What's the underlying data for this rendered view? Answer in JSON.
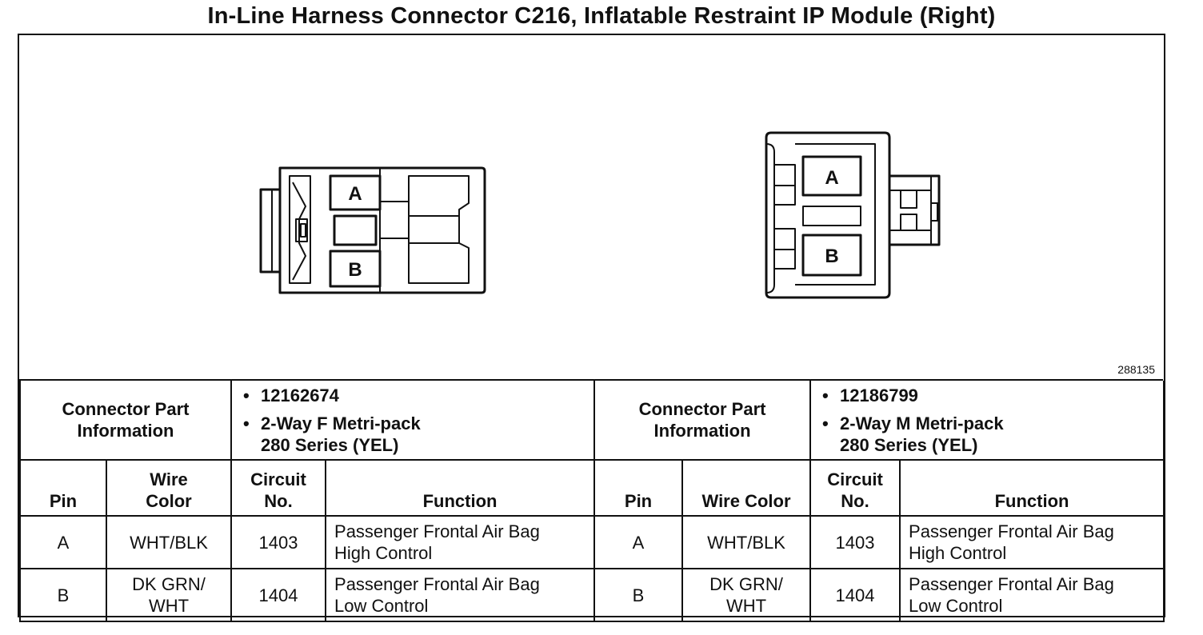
{
  "title": "In-Line Harness Connector C216, Inflatable Restraint IP Module (Right)",
  "figure_id": "288135",
  "connectors": [
    {
      "info_label": "Connector Part\nInformation",
      "part_number": "12162674",
      "description": "2-Way F Metri-pack\n280 Series (YEL)",
      "pins": [
        {
          "pin": "A",
          "wire_color": "WHT/BLK",
          "circuit": "1403",
          "function": "Passenger Frontal Air Bag\nHigh Control"
        },
        {
          "pin": "B",
          "wire_color": "DK GRN/\nWHT",
          "circuit": "1404",
          "function": "Passenger Frontal Air Bag\nLow Control"
        }
      ]
    },
    {
      "info_label": "Connector Part\nInformation",
      "part_number": "12186799",
      "description": "2-Way M Metri-pack\n280 Series (YEL)",
      "pins": [
        {
          "pin": "A",
          "wire_color": "WHT/BLK",
          "circuit": "1403",
          "function": "Passenger Frontal Air Bag\nHigh Control"
        },
        {
          "pin": "B",
          "wire_color": "DK GRN/\nWHT",
          "circuit": "1404",
          "function": "Passenger Frontal Air Bag\nLow Control"
        }
      ]
    }
  ],
  "headers": {
    "left": {
      "pin": "Pin",
      "wire_color": "Wire\nColor",
      "circuit": "Circuit\nNo.",
      "function": "Function"
    },
    "right": {
      "pin": "Pin",
      "wire_color": "Wire Color",
      "circuit": "Circuit\nNo.",
      "function": "Function"
    }
  },
  "diagram_labels": {
    "left_a": "A",
    "left_b": "B",
    "right_a": "A",
    "right_b": "B"
  }
}
